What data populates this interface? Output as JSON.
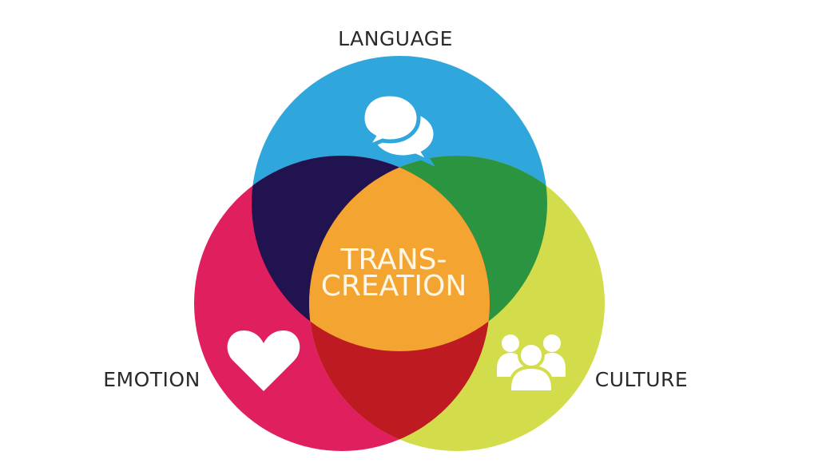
{
  "labels": {
    "top": "LANGUAGE",
    "left": "EMOTION",
    "right": "CULTURE",
    "center_line1": "TRANS-",
    "center_line2": "CREATION"
  },
  "colors": {
    "language": "#2fa6dc",
    "emotion": "#e01f5e",
    "culture": "#d3dd4c",
    "language_emotion": "#21134f",
    "language_culture": "#2a9440",
    "emotion_culture": "#bd1a22",
    "all": "#f4a431"
  },
  "icons": {
    "language": "speech-bubbles-icon",
    "emotion": "heart-icon",
    "culture": "group-people-icon"
  }
}
